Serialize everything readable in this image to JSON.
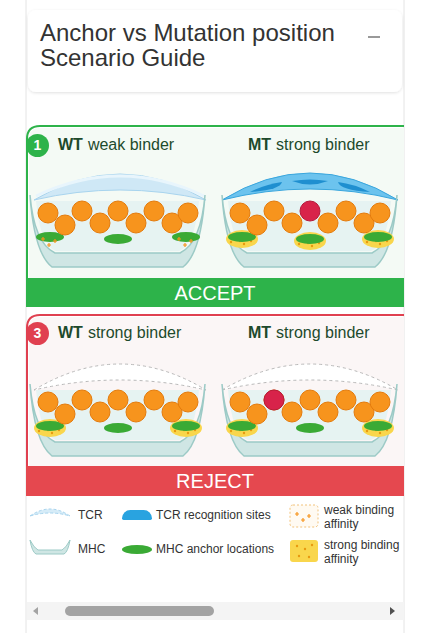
{
  "diagram": {
    "title": "Anchor vs Mutation position Scenario Guide",
    "nodes": [
      {
        "text": [
          "1"
        ]
      },
      {
        "text": [
          "ACCEPT"
        ]
      },
      {
        "text": [
          "3"
        ]
      },
      {
        "text": [
          "REJECT"
        ]
      }
    ],
    "labels": [
      "WT",
      "weak binder",
      "MT",
      "strong binder",
      "WT",
      "strong binder",
      "MT",
      "strong binder"
    ],
    "legend": [
      {
        "text": "TCR"
      },
      {
        "text": "TCR recognition sites",
        "color": "#29a3e0"
      },
      {
        "text": "weak binding affinity"
      },
      {
        "text": "MHC"
      },
      {
        "text": "MHC anchor locations",
        "color": "#3aaa35"
      },
      {
        "text": "strong binding affinity"
      }
    ]
  }
}
